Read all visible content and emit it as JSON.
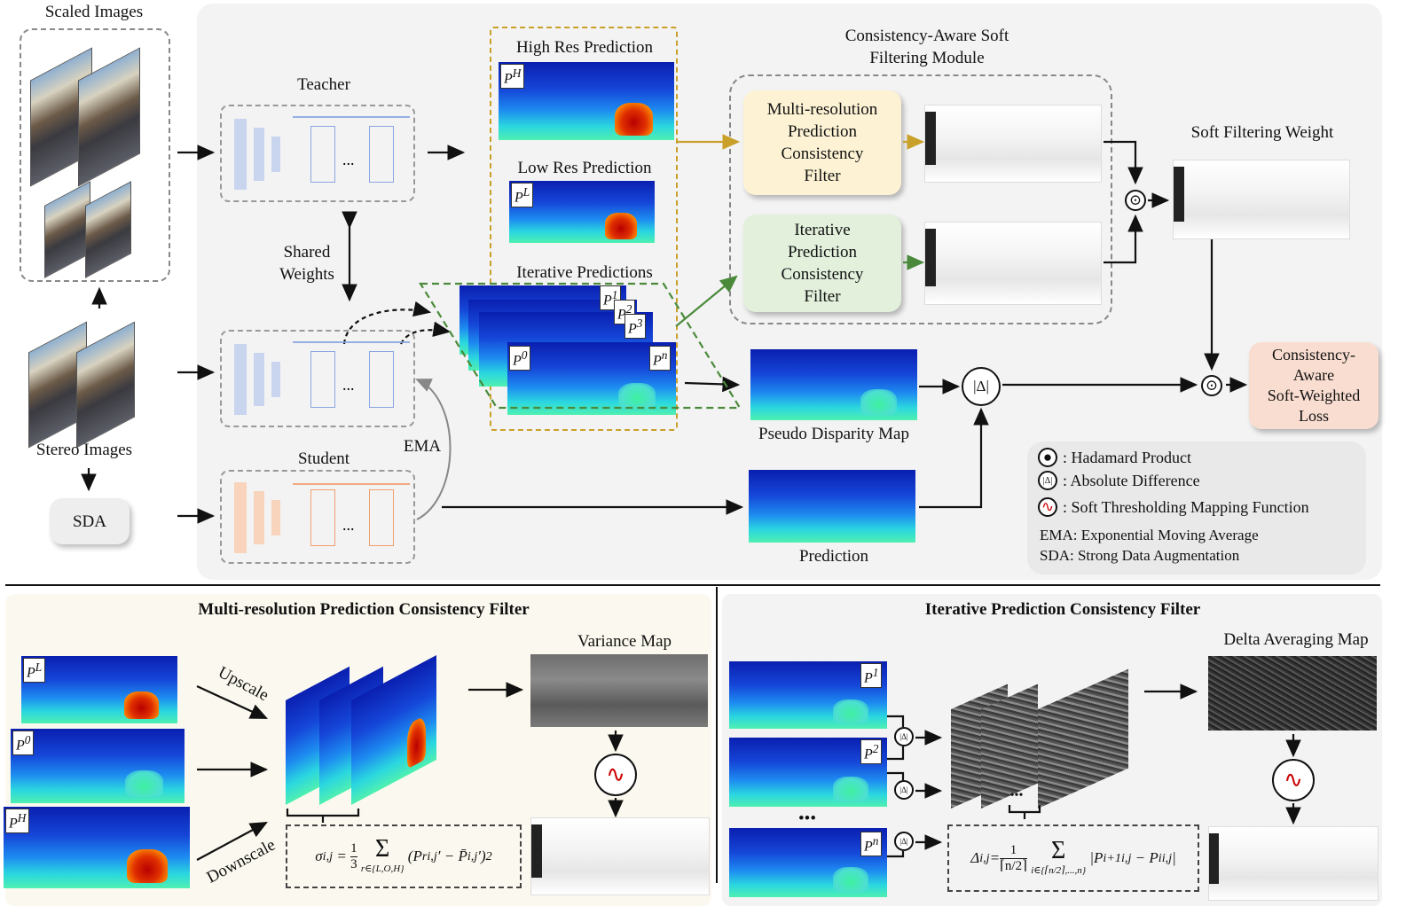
{
  "top": {
    "scaled_images_label": "Scaled Images",
    "stereo_images_label": "Stereo Images",
    "sda_label": "SDA",
    "teacher_label": "Teacher",
    "student_label": "Student",
    "shared_weights_label": "Shared\nWeights",
    "ema_label": "EMA",
    "high_res_label": "High Res Prediction",
    "low_res_label": "Low Res Prediction",
    "iterative_label": "Iterative Predictions",
    "module_title": "Consistency-Aware Soft\nFiltering Module",
    "multi_res_filter": "Multi-resolution\nPrediction\nConsistency\nFilter",
    "iterative_filter": "Iterative\nPrediction\nConsistency\nFilter",
    "soft_weight_label": "Soft Filtering Weight",
    "pseudo_label": "Pseudo Disparity Map",
    "prediction_label": "Prediction",
    "loss_label": "Consistency-\nAware\nSoft-Weighted\nLoss",
    "abs_diff_symbol": "|Δ|",
    "hadamard_symbol": "⊙",
    "ellipsis": "...",
    "p_labels": {
      "PH": "P",
      "PH_sup": "H",
      "PL": "P",
      "PL_sup": "L",
      "P0": "P",
      "P0_sup": "0",
      "P1_sup": "1",
      "P2_sup": "2",
      "P3_sup": "3",
      "Pn_sup": "n"
    }
  },
  "legend": {
    "hadamard": ": Hadamard Product",
    "absdiff": ": Absolute Difference",
    "soft": ": Soft Thresholding Mapping Function",
    "ema": "EMA: Exponential Moving Average",
    "sda": "SDA: Strong Data Augmentation"
  },
  "bottom_left": {
    "title": "Multi-resolution Prediction Consistency Filter",
    "variance_label": "Variance Map",
    "upscale": "Upscale",
    "downscale": "Downscale",
    "formula_lhs": "σ",
    "formula_sub": "i,j",
    "formula_eq": "=",
    "formula_frac_num": "1",
    "formula_frac_den": "3",
    "formula_sigma": "Σ",
    "formula_body": "(P",
    "formula_body_sup": "r",
    "formula_body_sub": "i,j",
    "formula_body_rest": "′ − P̄",
    "formula_body_rest_sub": "i,j",
    "formula_body_end": "′)",
    "formula_body_pow": "2",
    "formula_range": "r∈{L,O,H}"
  },
  "bottom_right": {
    "title": "Iterative Prediction Consistency Filter",
    "delta_label": "Delta Averaging Map",
    "formula_lhs": "Δ",
    "formula_sub": "i,j",
    "formula_eq": "=",
    "formula_frac_num": "1",
    "formula_frac_den": "⌈n/2⌉",
    "formula_sigma": "Σ",
    "formula_range": "i∈{⌈n/2⌉,...,n}",
    "formula_body": "|P",
    "formula_body_sup": "i+1",
    "formula_body_sub": "i,j",
    "formula_body_mid": "− P",
    "formula_body_sup2": "i",
    "formula_body_sub2": "i,j",
    "formula_body_end": "|",
    "dots": "•••"
  }
}
